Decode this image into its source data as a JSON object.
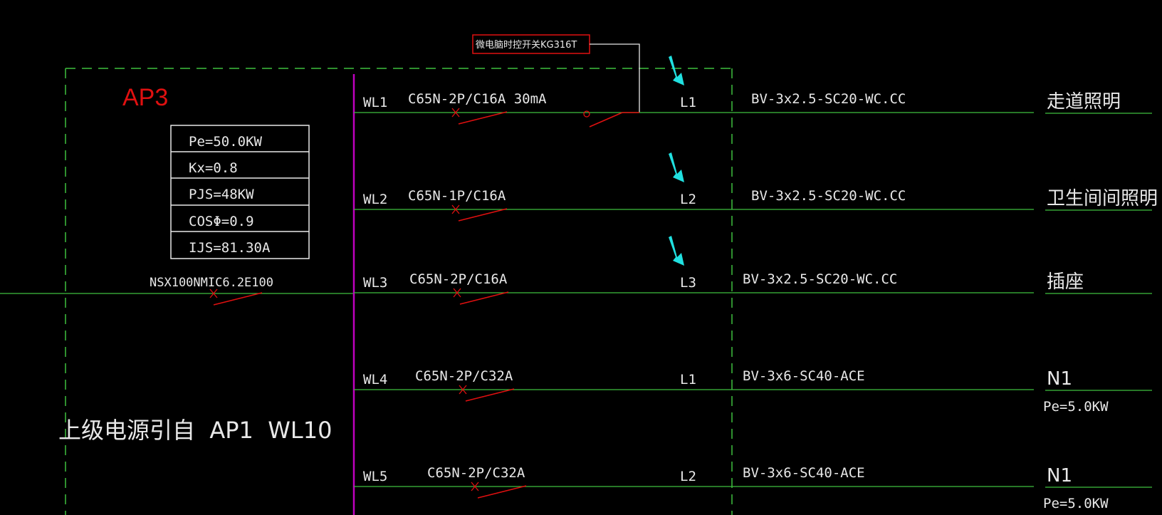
{
  "panel": {
    "name": "AP3",
    "params": [
      "Pe=50.0KW",
      "Kx=0.8",
      "PJS=48KW",
      "COSΦ=0.9",
      "IJS=81.30A"
    ],
    "incoming_breaker": "NSX100NMIC6.2E100",
    "supply_source": "上级电源引自  AP1  WL10"
  },
  "callout": {
    "text": "微电脑时控开关KG316T"
  },
  "circuits": [
    {
      "id": "WL1",
      "breaker": "C65N-2P/C16A 30mA",
      "phase": "L1",
      "cable": "BV-3x2.5-SC20-WC.CC",
      "load": "走道照明",
      "load_power": ""
    },
    {
      "id": "WL2",
      "breaker": "C65N-1P/C16A",
      "phase": "L2",
      "cable": "BV-3x2.5-SC20-WC.CC",
      "load": "卫生间间照明",
      "load_power": ""
    },
    {
      "id": "WL3",
      "breaker": "C65N-2P/C16A",
      "phase": "L3",
      "cable": "BV-3x2.5-SC20-WC.CC",
      "load": "插座",
      "load_power": ""
    },
    {
      "id": "WL4",
      "breaker": "C65N-2P/C32A",
      "phase": "L1",
      "cable": "BV-3x6-SC40-ACE",
      "load": "N1",
      "load_power": "Pe=5.0KW"
    },
    {
      "id": "WL5",
      "breaker": "C65N-2P/C32A",
      "phase": "L2",
      "cable": "BV-3x6-SC40-ACE",
      "load": "N1",
      "load_power": "Pe=5.0KW"
    }
  ],
  "colors": {
    "background": "#000000",
    "wire": "#3fbf3f",
    "busbar": "#c000c0",
    "panel_label": "#e01010",
    "callout_border": "#e01010",
    "arrow": "#20e0e0",
    "breaker_contact": "#e01010",
    "text": "#e8e8e8",
    "dashed_frame": "#3fbf3f"
  }
}
